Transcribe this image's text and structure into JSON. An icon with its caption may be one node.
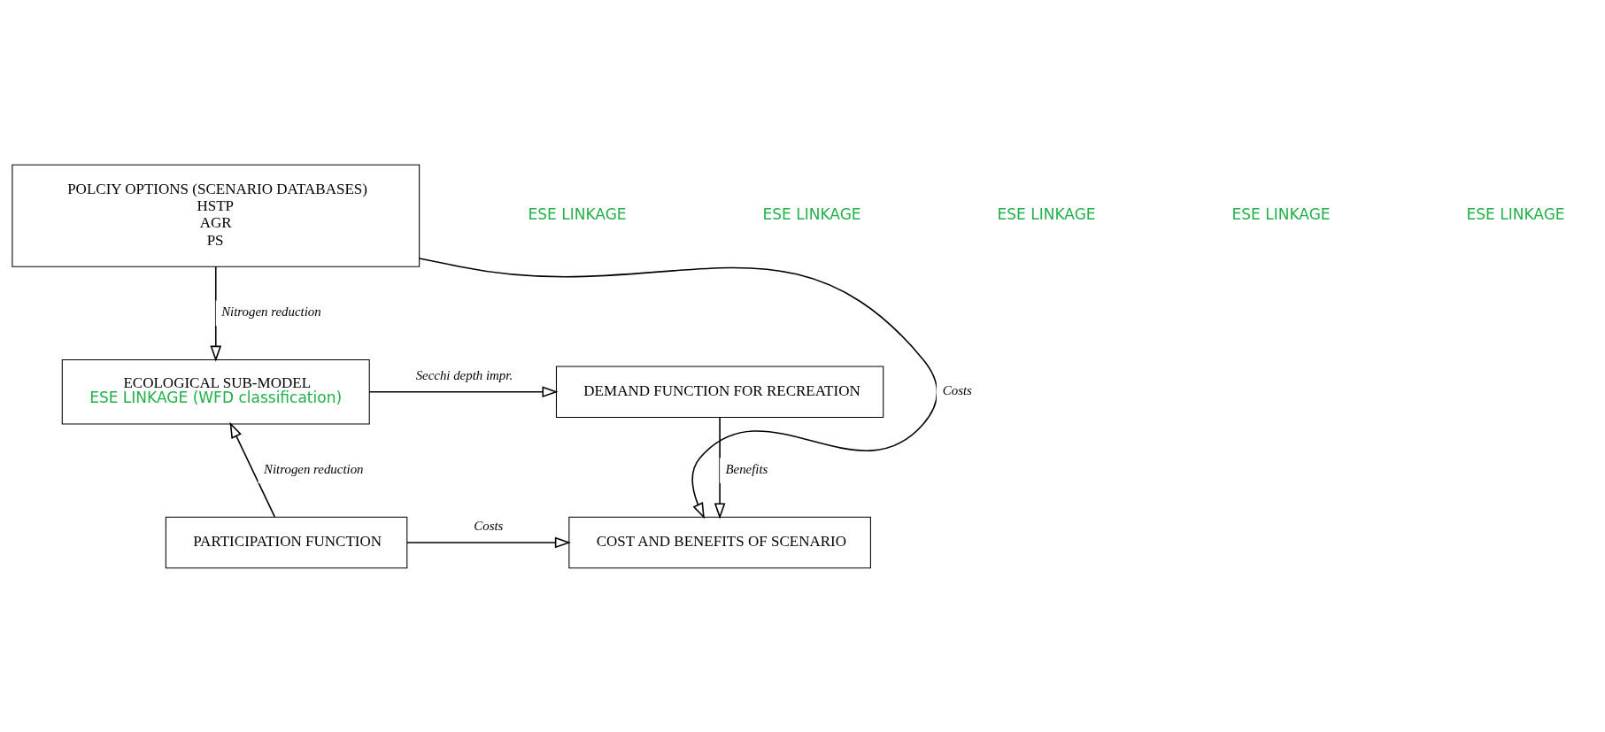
{
  "diagram": {
    "nodes": [
      {
        "text": [
          "POLCIY OPTIONS (SCENARIO DATABASES)",
          "HSTP",
          "AGR",
          "PS"
        ]
      },
      {
        "text": [
          "ECOLOGICAL SUB-MODEL",
          "ESE LINKAGE (WFD classification)"
        ]
      },
      {
        "text": [
          "DEMAND FUNCTION FOR RECREATION"
        ]
      },
      {
        "text": [
          "PARTICIPATION FUNCTION"
        ]
      },
      {
        "text": [
          "COST AND BENEFITS OF SCENARIO"
        ]
      }
    ],
    "edges": [
      {
        "from": 0,
        "to": 1,
        "arrow": "to",
        "label": "Nitrogen reduction"
      },
      {
        "from": 1,
        "to": 2,
        "arrow": "to",
        "label": "Secchi depth impr."
      },
      {
        "from": 3,
        "to": 1,
        "arrow": "to",
        "label": "Nitrogen reduction"
      },
      {
        "from": 2,
        "to": 4,
        "arrow": "to",
        "label": "Benefits"
      },
      {
        "from": 3,
        "to": 4,
        "arrow": "to",
        "label": "Costs"
      },
      {
        "from": 0,
        "to": 4,
        "arrow": "to",
        "label": "Costs"
      }
    ],
    "labels": [
      "ESE LINKAGE",
      "ESE LINKAGE",
      "ESE LINKAGE",
      "ESE LINKAGE",
      "ESE LINKAGE"
    ]
  }
}
